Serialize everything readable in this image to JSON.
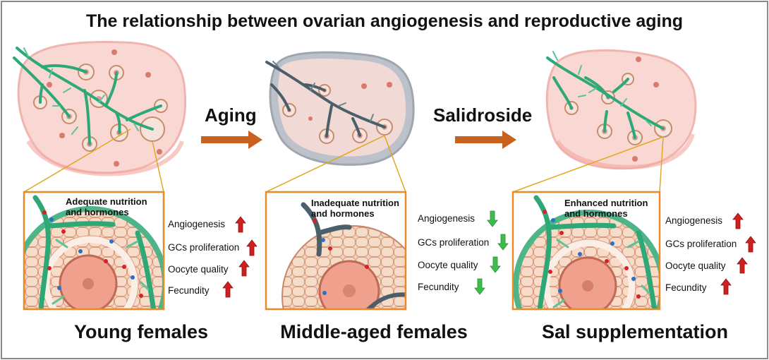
{
  "title": "The relationship between ovarian angiogenesis and reproductive aging",
  "transitions": {
    "aging_label": "Aging",
    "treatment_label": "Salidroside"
  },
  "colors": {
    "vessel_healthy": "#2fa877",
    "vessel_aged": "#4b5f6a",
    "arrow_orange": "#c8611e",
    "up_arrow_red": "#d01f1f",
    "down_arrow_green": "#3cbf4a",
    "panel_border": "#e8892c",
    "ovary_pink": "#f6d3cf"
  },
  "panels": [
    {
      "group_label": "Young females",
      "heading_line1": "Adequate nutrition",
      "heading_line2": "and hormones",
      "metrics": [
        {
          "label": "Angiogenesis",
          "trend": "up"
        },
        {
          "label": "GCs proliferation",
          "trend": "up"
        },
        {
          "label": "Oocyte quality",
          "trend": "up"
        },
        {
          "label": "Fecundity",
          "trend": "up"
        }
      ]
    },
    {
      "group_label": "Middle-aged females",
      "heading_line1": "Inadequate nutrition",
      "heading_line2": "and hormones",
      "metrics": [
        {
          "label": "Angiogenesis",
          "trend": "down"
        },
        {
          "label": "GCs proliferation",
          "trend": "down"
        },
        {
          "label": "Oocyte quality",
          "trend": "down"
        },
        {
          "label": "Fecundity",
          "trend": "down"
        }
      ]
    },
    {
      "group_label": "Sal supplementation",
      "heading_line1": "Enhanced nutrition",
      "heading_line2": "and hormones",
      "metrics": [
        {
          "label": "Angiogenesis",
          "trend": "up"
        },
        {
          "label": "GCs proliferation",
          "trend": "up"
        },
        {
          "label": "Oocyte quality",
          "trend": "up"
        },
        {
          "label": "Fecundity",
          "trend": "up"
        }
      ]
    }
  ]
}
